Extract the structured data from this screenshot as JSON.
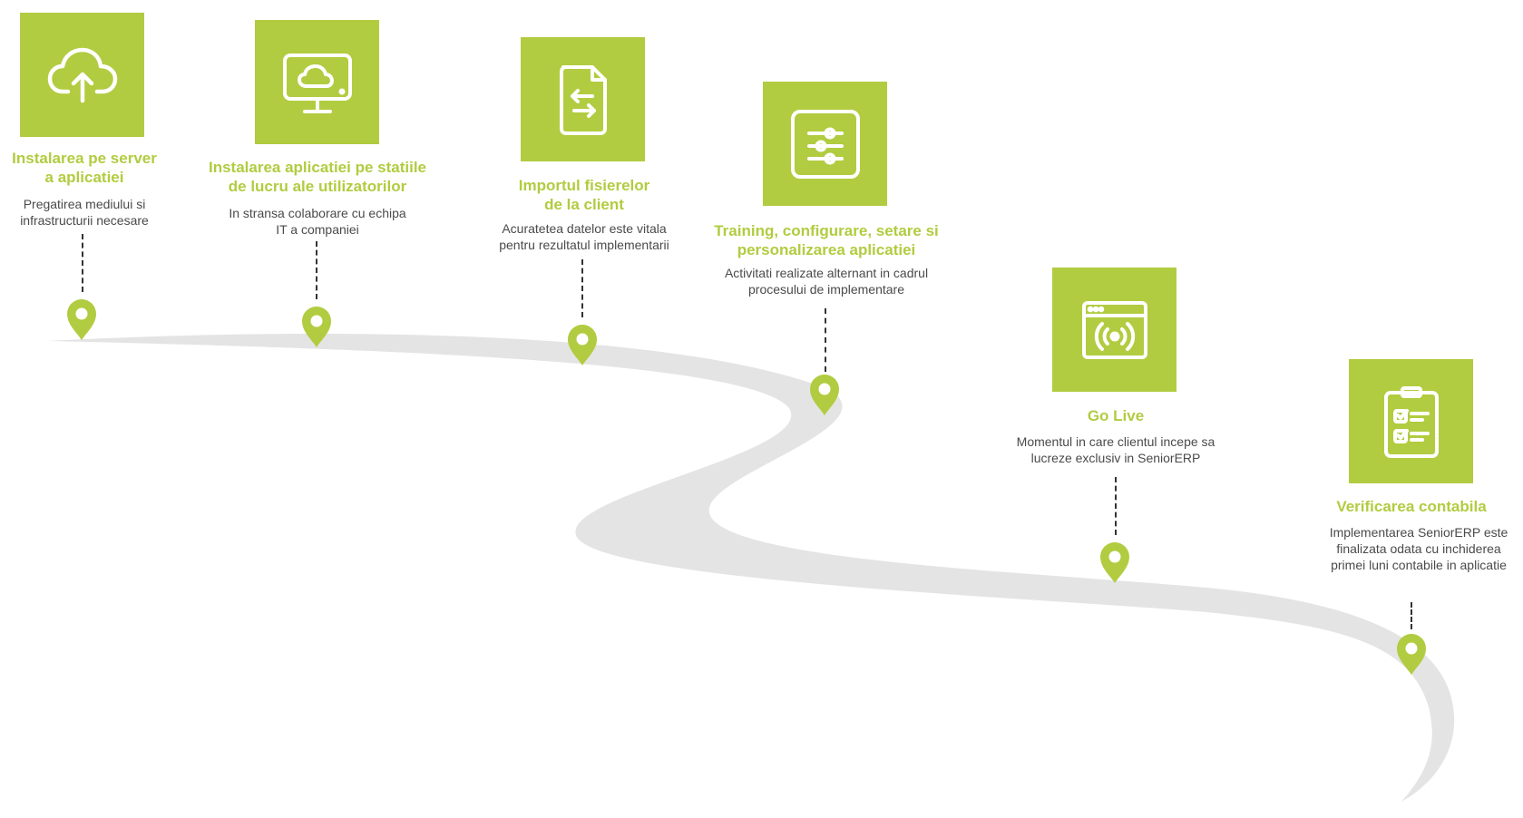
{
  "colors": {
    "accent": "#b1cc40",
    "road": "#e4e4e4",
    "text": "#4a4a4a",
    "connector": "#333333"
  },
  "steps": [
    {
      "icon": "cloud-upload-icon",
      "title_lines": [
        "Instalarea pe server",
        "a aplicatiei"
      ],
      "desc_lines": [
        "Pregatirea mediului si",
        "infrastructurii necesare"
      ]
    },
    {
      "icon": "monitor-cloud-icon",
      "title_lines": [
        "Instalarea aplicatiei pe statiile",
        "de lucru ale utilizatorilor"
      ],
      "desc_lines": [
        "In stransa colaborare cu echipa",
        "IT a companiei"
      ]
    },
    {
      "icon": "file-transfer-icon",
      "title_lines": [
        "Importul fisierelor",
        "de la client"
      ],
      "desc_lines": [
        "Acuratetea datelor este vitala",
        "pentru rezultatul implementarii"
      ]
    },
    {
      "icon": "sliders-icon",
      "title_lines": [
        "Training, configurare, setare si",
        "personalizarea aplicatiei"
      ],
      "desc_lines": [
        "Activitati realizate alternant in cadrul",
        "procesului de implementare"
      ]
    },
    {
      "icon": "browser-broadcast-icon",
      "title_lines": [
        "Go Live"
      ],
      "desc_lines": [
        "Momentul in care clientul incepe sa",
        "lucreze exclusiv in SeniorERP"
      ]
    },
    {
      "icon": "clipboard-checklist-icon",
      "title_lines": [
        "Verificarea contabila"
      ],
      "desc_lines": [
        "Implementarea SeniorERP este",
        "finalizata odata cu inchiderea",
        "primei luni contabile in aplicatie"
      ]
    }
  ]
}
